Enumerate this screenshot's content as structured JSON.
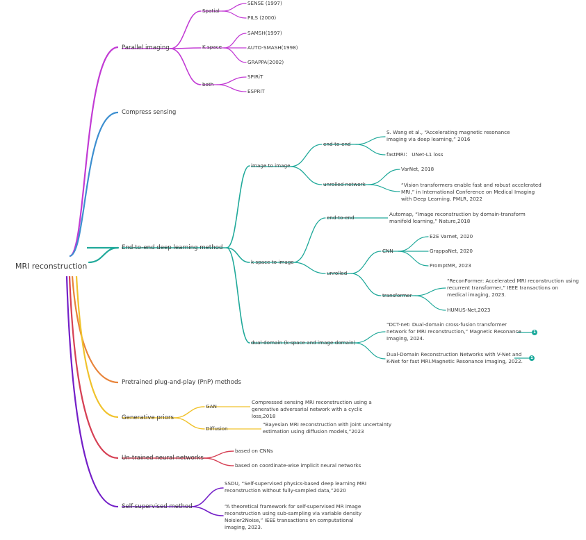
{
  "colors": {
    "parallel": "#c23bd4",
    "compress": "#3d8fd0",
    "deep": "#20a99a",
    "pnp": "#e8843a",
    "generative": "#f0c22c",
    "untrained": "#d64155",
    "selfsup": "#7420c8"
  },
  "root": "MRI reconstruction",
  "parallel": {
    "title": "Parallel imaging",
    "spatial": "Spatial",
    "sense": "SENSE (1997)",
    "pils": "PILS (2000)",
    "kspace": "K space",
    "samsh": "SAMSH(1997)",
    "automash": "AUTO-SMASH(1998)",
    "grappa": "GRAPPA(2002)",
    "both": "both",
    "spirit": "SPIRiT",
    "espirit": "ESPRiT"
  },
  "compress": {
    "title": "Compress sensing"
  },
  "deep": {
    "title": "End-to-end deep learning method",
    "img2img": "image to image",
    "e2e1": "end-to-end",
    "wang": "S. Wang et al., “Accelerating magnetic resonance imaging via deep learning,” 2016",
    "fastmri": "fastMRI：  UNet-L1 loss",
    "unrolled1": "unrolled network",
    "varnet": "VarNet, 2018",
    "vit": "“Vision transformers enable fast and robust accelerated MRI,” in International Conference on Medical Imaging with Deep Learning.  PMLR, 2022",
    "k2img": "k space to image",
    "e2e2": "end-to-end",
    "automap": "Automap, “Image reconstruction by domain-transform manifold learning,” Nature,2018",
    "unrolled2": "unrolled",
    "cnn": "CNN",
    "e2evarnet": "E2E Varnet, 2020",
    "grappanet": "GrappaNet, 2020",
    "promptmr": "PromptMR, 2023",
    "transformer": "transformer",
    "reconformer": "“ReconFormer: Accelerated MRI reconstruction using recurrent transformer,” IEEE transactions on medical imaging, 2023.",
    "humus": "HUMUS-Net,2023",
    "dual": "dual-domain (k-space and image domain)",
    "dctnet": "“DCT-net: Dual-domain cross-fusion transformer network for MRI reconstruction,” Magnetic Resonance Imaging, 2024.",
    "dualvnet": "Dual-Domain Reconstruction Networks with V-Net and K-Net for fast MRI.Magnetic Resonance Imaging, 2022.",
    "badge1": "1",
    "badge2": "1"
  },
  "pnp": {
    "title": "Pretrained plug-and-play (PnP) methods"
  },
  "generative": {
    "title": "Generative priors",
    "gan": "GAN",
    "gan_ref": "Compressed sensing MRI reconstruction using a generative adversarial network with a cyclic loss,2018",
    "diffusion": "Diffusion",
    "diff_ref": "“Bayesian MRI reconstruction with joint uncertainty estimation using diffusion models,”2023"
  },
  "untrained": {
    "title": "Un-trained neural networks",
    "cnns": "based on CNNs",
    "coord": "based on coordinate-wise implicit neural networks"
  },
  "selfsup": {
    "title": "Self-supervised method",
    "ssdu": "SSDU, “Self-supervised physics-based deep learning MRI reconstruction without fully-sampled data,”2020",
    "noisier": "“A theoretical framework for self-supervised MR image reconstruction using sub-sampling via variable density Noisier2Noise,” IEEE transactions on computational imaging, 2023."
  }
}
